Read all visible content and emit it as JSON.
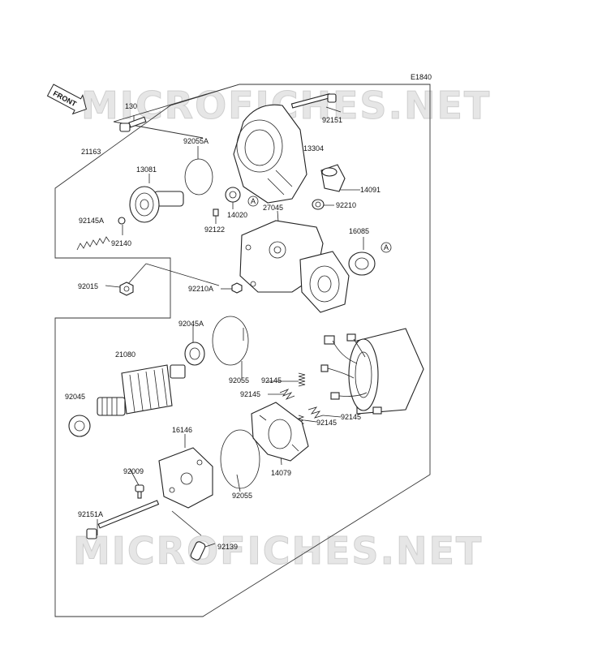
{
  "diagram": {
    "code": "E1840",
    "watermark": "MICROFICHES.NET",
    "front_badge": "FRONT",
    "ref_marker": "A",
    "parts": {
      "p130": "130",
      "p92151": "92151",
      "p21163": "21163",
      "p92055A": "92055A",
      "p13304": "13304",
      "p13081": "13081",
      "p14091": "14091",
      "p14020": "14020",
      "p27045": "27045",
      "p92210": "92210",
      "p92145A": "92145A",
      "p92122": "92122",
      "p92140": "92140",
      "p16085": "16085",
      "p92015": "92015",
      "p92210A": "92210A",
      "p92045A": "92045A",
      "p21080": "21080",
      "p92055a": "92055",
      "p92145a": "92145",
      "p92145b": "92145",
      "p92045": "92045",
      "p92145c": "92145",
      "p92145d": "92145",
      "p16146": "16146",
      "p14079": "14079",
      "p92009": "92009",
      "p92055b": "92055",
      "p92151A": "92151A",
      "p92139": "92139"
    }
  }
}
